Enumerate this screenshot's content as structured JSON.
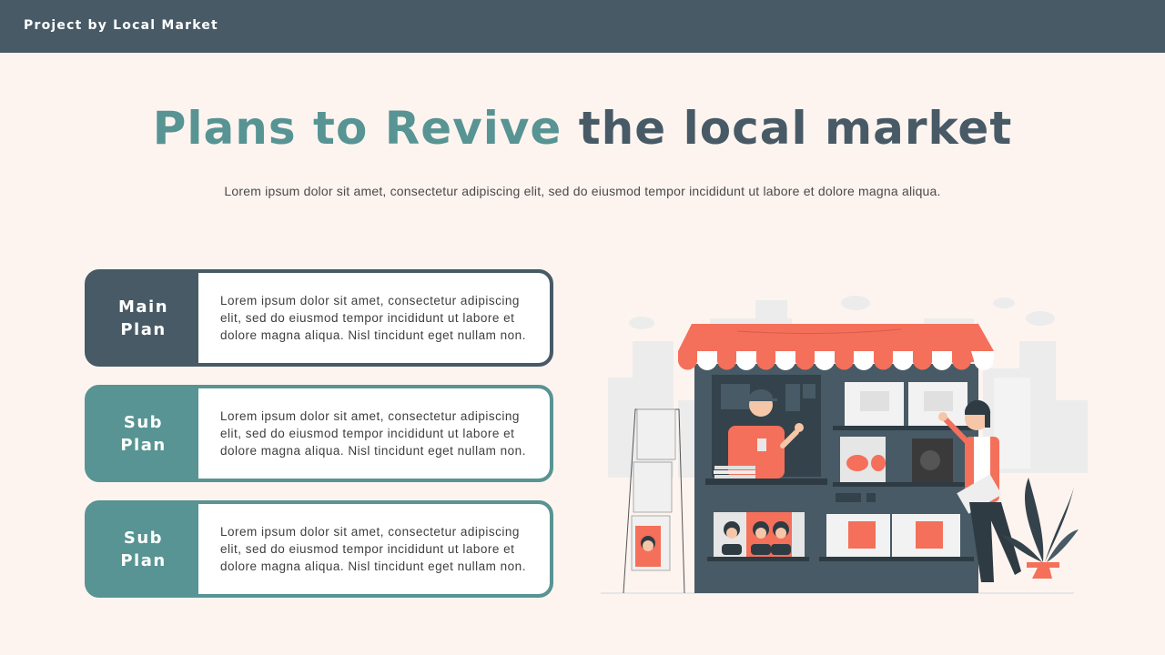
{
  "header": {
    "brand": "Project by Local Market"
  },
  "hero": {
    "title_accent": "Plans to Revive",
    "title_rest": "the local market",
    "subtitle": "Lorem ipsum dolor sit amet, consectetur adipiscing elit, sed do eiusmod tempor incididunt ut labore et dolore magna aliqua."
  },
  "plans": [
    {
      "label": "Main\nPlan",
      "text": "Lorem ipsum dolor sit amet, consectetur adipiscing elit, sed do eiusmod tempor incididunt ut labore et dolore magna aliqua. Nisl tincidunt eget nullam non."
    },
    {
      "label": "Sub\nPlan",
      "text": "Lorem ipsum dolor sit amet, consectetur adipiscing elit, sed do eiusmod tempor incididunt ut labore et dolore magna aliqua. Nisl tincidunt eget nullam non."
    },
    {
      "label": "Sub\nPlan",
      "text": "Lorem ipsum dolor sit amet, consectetur adipiscing elit, sed do eiusmod tempor incididunt ut labore et dolore magna aliqua. Nisl tincidunt eget nullam non."
    }
  ],
  "colors": {
    "header_bg": "#475a66",
    "accent_teal": "#579493",
    "dark_slate": "#475a66",
    "background": "#fdf4f0",
    "coral": "#f4705a"
  },
  "illustration": {
    "icon": "market-kiosk-illustration"
  }
}
